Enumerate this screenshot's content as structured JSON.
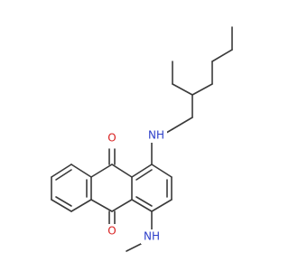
{
  "colors": {
    "bond": "#3a3a3a",
    "oxygen": "#d81f1f",
    "nitrogen": "#2c3ec9",
    "background": "#ffffff"
  },
  "atoms": {
    "o_top": "O",
    "o_bottom": "O",
    "nh_top": "NH",
    "nh_bottom": "NH"
  }
}
